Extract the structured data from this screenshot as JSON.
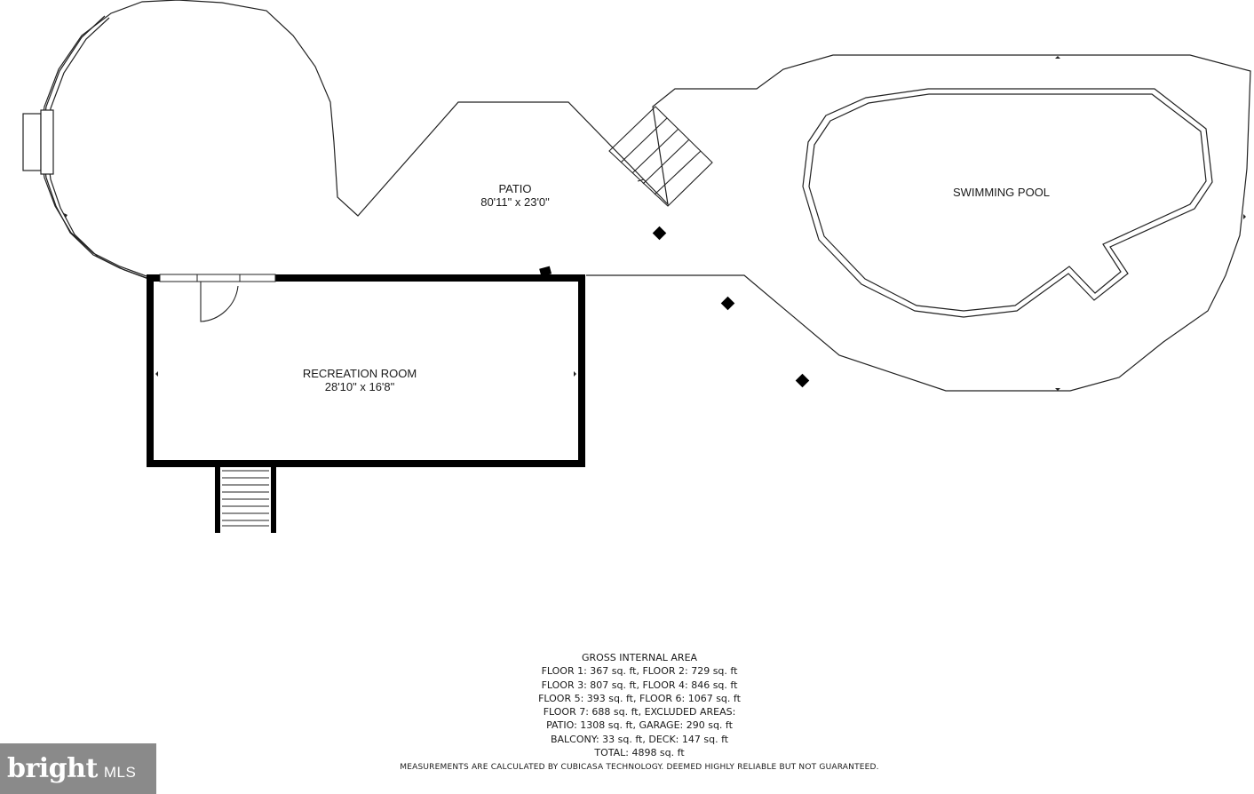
{
  "rooms": {
    "patio": {
      "name": "PATIO",
      "dimensions": "80'11\" x 23'0\""
    },
    "pool": {
      "name": "SWIMMING POOL"
    },
    "recreation": {
      "name": "RECREATION ROOM",
      "dimensions": "28'10\" x 16'8\""
    }
  },
  "area_summary": {
    "heading": "GROSS INTERNAL AREA",
    "lines": [
      "FLOOR 1: 367 sq. ft, FLOOR 2: 729 sq. ft",
      "FLOOR 3: 807 sq. ft, FLOOR 4: 846 sq. ft",
      "FLOOR 5: 393 sq. ft, FLOOR 6: 1067 sq. ft",
      "FLOOR 7: 688 sq. ft, EXCLUDED AREAS:",
      "PATIO: 1308 sq. ft, GARAGE: 290 sq. ft",
      "BALCONY: 33 sq. ft, DECK: 147 sq. ft",
      "TOTAL: 4898 sq. ft"
    ],
    "disclaimer": "MEASUREMENTS ARE CALCULATED BY CUBICASA TECHNOLOGY. DEEMED HIGHLY RELIABLE BUT NOT GUARANTEED."
  },
  "watermark": {
    "brand": "bright",
    "suffix": "MLS"
  }
}
